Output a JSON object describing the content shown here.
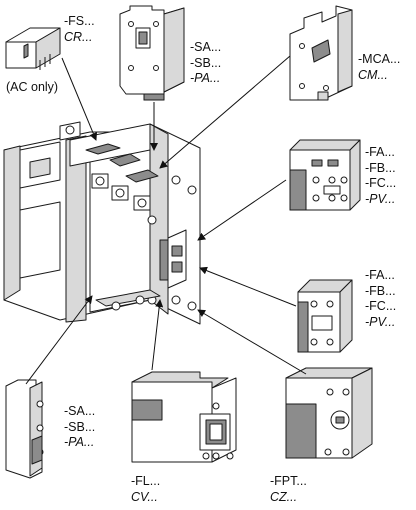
{
  "labels": {
    "top_left": {
      "lines": [
        "-FS...",
        "CR..."
      ],
      "note": "(AC only)"
    },
    "top_center": {
      "lines": [
        "-SA...",
        "-SB...",
        "-PA..."
      ]
    },
    "top_right": {
      "lines": [
        "-MCA...",
        "CM..."
      ]
    },
    "mid_right_1": {
      "lines": [
        "-FA...",
        "-FB...",
        "-FC...",
        "-PV..."
      ]
    },
    "mid_right_2": {
      "lines": [
        "-FA...",
        "-FB...",
        "-FC...",
        "-PV..."
      ]
    },
    "bottom_left": {
      "lines": [
        "-SA...",
        "-SB...",
        "-PA..."
      ]
    },
    "bottom_center": {
      "lines": [
        "-FL...",
        "CV..."
      ]
    },
    "bottom_right": {
      "lines": [
        "-FPT...",
        "CZ..."
      ]
    }
  },
  "colors": {
    "line": "#1a1a1a",
    "face": "#ffffff",
    "side": "#d9d9d9",
    "dark": "#8c8c8c"
  }
}
